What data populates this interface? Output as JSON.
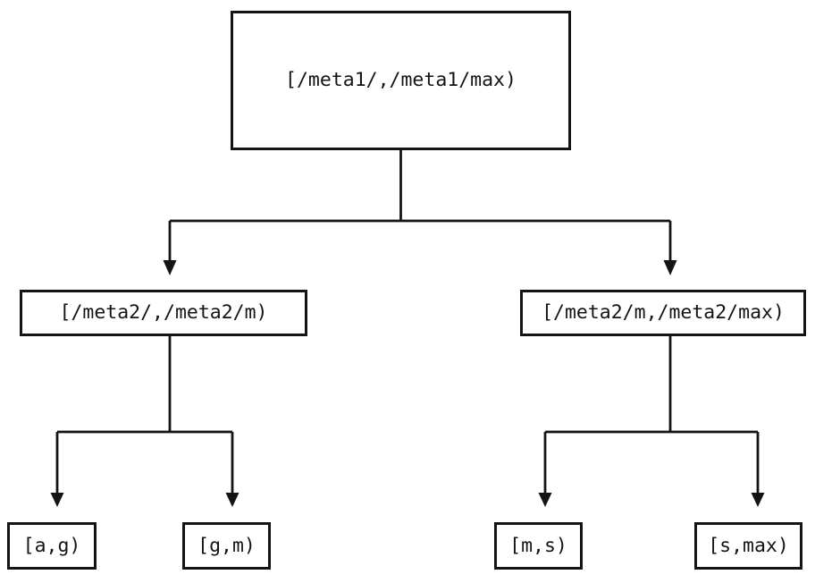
{
  "diagram": {
    "type": "tree",
    "background_color": "#ffffff",
    "line_color": "#141414",
    "nodes": [
      {
        "id": "root",
        "label": "[/meta1/,/meta1/max)"
      },
      {
        "id": "meta2-left",
        "label": "[/meta2/,/meta2/m)"
      },
      {
        "id": "meta2-right",
        "label": "[/meta2/m,/meta2/max)"
      },
      {
        "id": "leaf-a-g",
        "label": "[a,g)"
      },
      {
        "id": "leaf-g-m",
        "label": "[g,m)"
      },
      {
        "id": "leaf-m-s",
        "label": "[m,s)"
      },
      {
        "id": "leaf-s-max",
        "label": "[s,max)"
      }
    ],
    "edges": [
      {
        "from": "root",
        "to": "meta2-left"
      },
      {
        "from": "root",
        "to": "meta2-right"
      },
      {
        "from": "meta2-left",
        "to": "leaf-a-g"
      },
      {
        "from": "meta2-left",
        "to": "leaf-g-m"
      },
      {
        "from": "meta2-right",
        "to": "leaf-m-s"
      },
      {
        "from": "meta2-right",
        "to": "leaf-s-max"
      }
    ]
  }
}
